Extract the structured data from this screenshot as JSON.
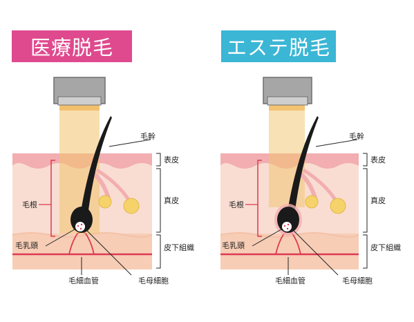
{
  "panels": [
    {
      "title": "医療脱毛",
      "title_color": "#df4a8e",
      "labels": {
        "hair_shaft": "毛幹",
        "epidermis": "表皮",
        "dermis": "真皮",
        "subcutaneous": "皮下組織",
        "hair_root": "毛根",
        "dermal_papilla": "毛乳頭",
        "capillary": "毛細血管",
        "hair_matrix": "毛母細胞"
      }
    },
    {
      "title": "エステ脱毛",
      "title_color": "#3bb6d5",
      "labels": {
        "hair_shaft": "毛幹",
        "epidermis": "表皮",
        "dermis": "真皮",
        "subcutaneous": "皮下組織",
        "hair_root": "毛根",
        "dermal_papilla": "毛乳頭",
        "capillary": "毛細血管",
        "hair_matrix": "毛母細胞"
      }
    }
  ],
  "colors": {
    "epidermis": "#f2aeb0",
    "dermis": "#f9ddd2",
    "subcutaneous": "#f7cdb6",
    "vessel": "#dc3a52",
    "light_beam": "#f2c36c",
    "device": "#9e9e9e",
    "hair": "#1a1a1a",
    "gland": "#f5d26a"
  }
}
